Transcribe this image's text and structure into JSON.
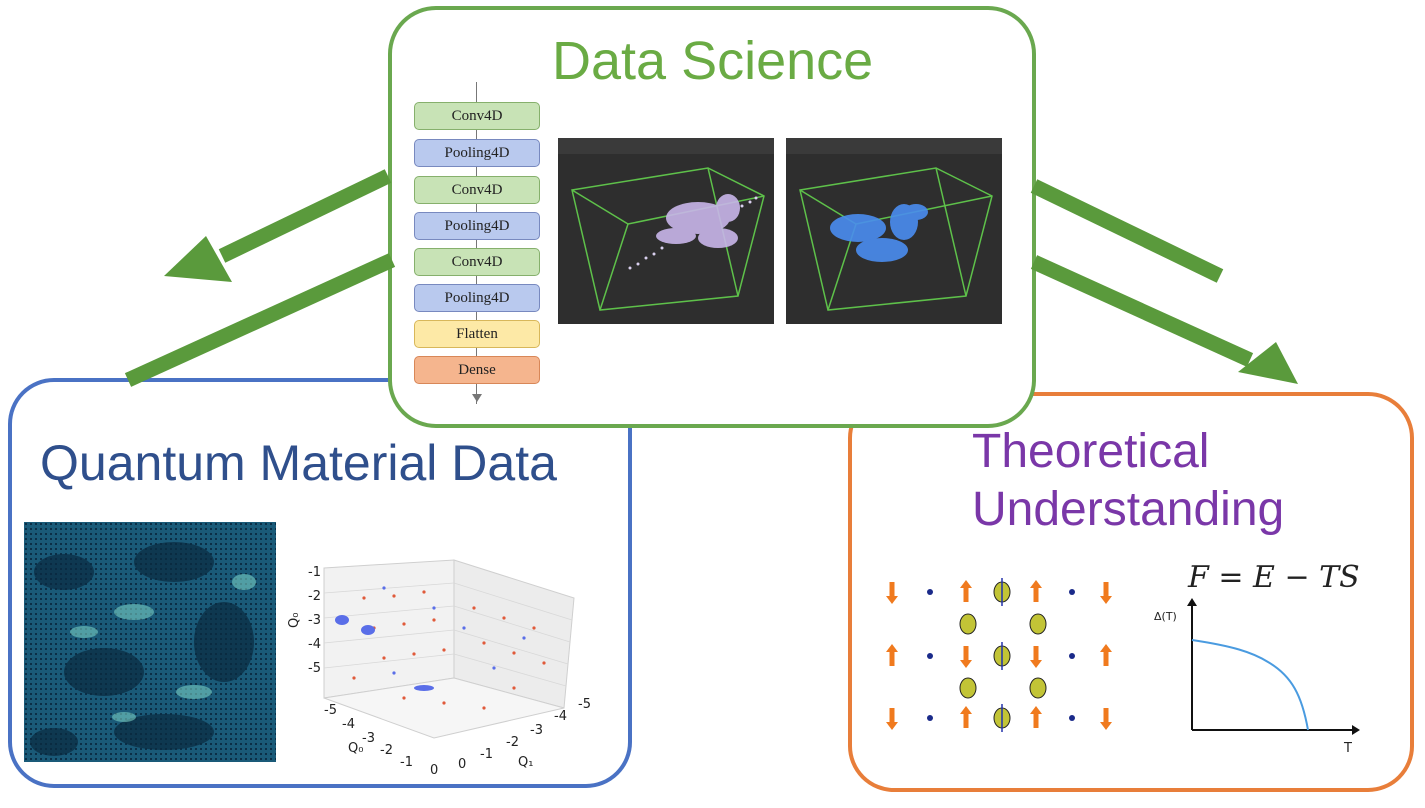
{
  "data_science": {
    "title": "Data Science",
    "layers": [
      "Conv4D",
      "Pooling4D",
      "Conv4D",
      "Pooling4D",
      "Conv4D",
      "Pooling4D",
      "Flatten",
      "Dense"
    ]
  },
  "quantum": {
    "title": "Quantum Material Data",
    "plot3d": {
      "zlabel": "Q₀",
      "xlabel": "Q₀",
      "ylabel": "Q₁",
      "z_ticks": [
        "-1",
        "-2",
        "-3",
        "-4",
        "-5"
      ],
      "x_ticks": [
        "-5",
        "-4",
        "-3",
        "-2",
        "-1",
        "0"
      ],
      "y_ticks": [
        "0",
        "-1",
        "-2",
        "-3",
        "-4",
        "-5"
      ]
    }
  },
  "theory": {
    "title_line1": "Theoretical",
    "title_line2": "Understanding",
    "equation": "F = E − TS",
    "graph": {
      "ylabel": "Δ(T)",
      "xlabel": "T"
    }
  },
  "colors": {
    "green": "#6aa84f",
    "blue": "#4a72c4",
    "orange": "#e87e3a",
    "purple": "#7a37a8",
    "arrow": "#5a9a3c"
  }
}
